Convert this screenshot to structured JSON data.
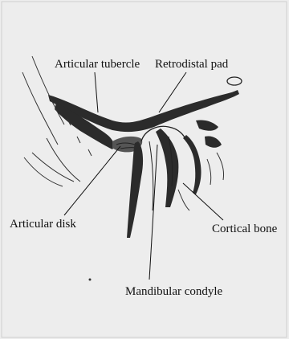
{
  "labels": {
    "articular_tubercle": "Articular tubercle",
    "retrodistal_pad": "Retrodistal pad",
    "articular_disk": "Articular disk",
    "cortical_bone": "Cortical bone",
    "mandibular_condyle": "Mandibular condyle"
  }
}
